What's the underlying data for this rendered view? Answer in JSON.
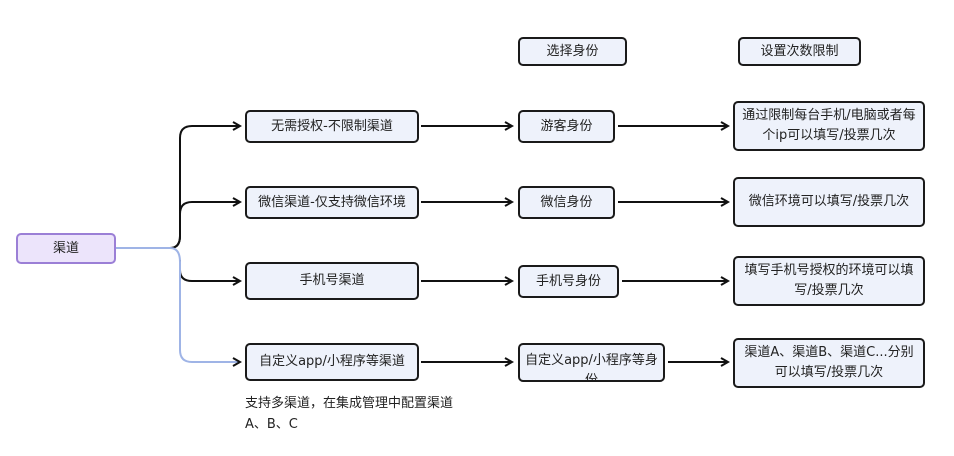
{
  "root": {
    "label": "渠道"
  },
  "headers": {
    "identity": "选择身份",
    "limit": "设置次数限制"
  },
  "rows": [
    {
      "channel": "无需授权-不限制渠道",
      "identity": "游客身份",
      "limit": "通过限制每台手机/电脑或者每个ip可以填写/投票几次"
    },
    {
      "channel": "微信渠道-仅支持微信环境",
      "identity": "微信身份",
      "limit": "微信环境可以填写/投票几次"
    },
    {
      "channel": "手机号渠道",
      "identity": "手机号身份",
      "limit": "填写手机号授权的环境可以填写/投票几次"
    },
    {
      "channel": "自定义app/小程序等渠道",
      "identity": "自定义app/小程序等身份",
      "limit": "渠道A、渠道B、渠道C...分别可以填写/投票几次"
    }
  ],
  "note": {
    "line1": "支持多渠道，在集成管理中配置渠道",
    "line2": "A、B、C"
  },
  "colors": {
    "root_fill": "#ece4fb",
    "root_border": "#9b7fd6",
    "node_fill": "#eef2fb",
    "highlight_line": "#9fb4e6"
  }
}
